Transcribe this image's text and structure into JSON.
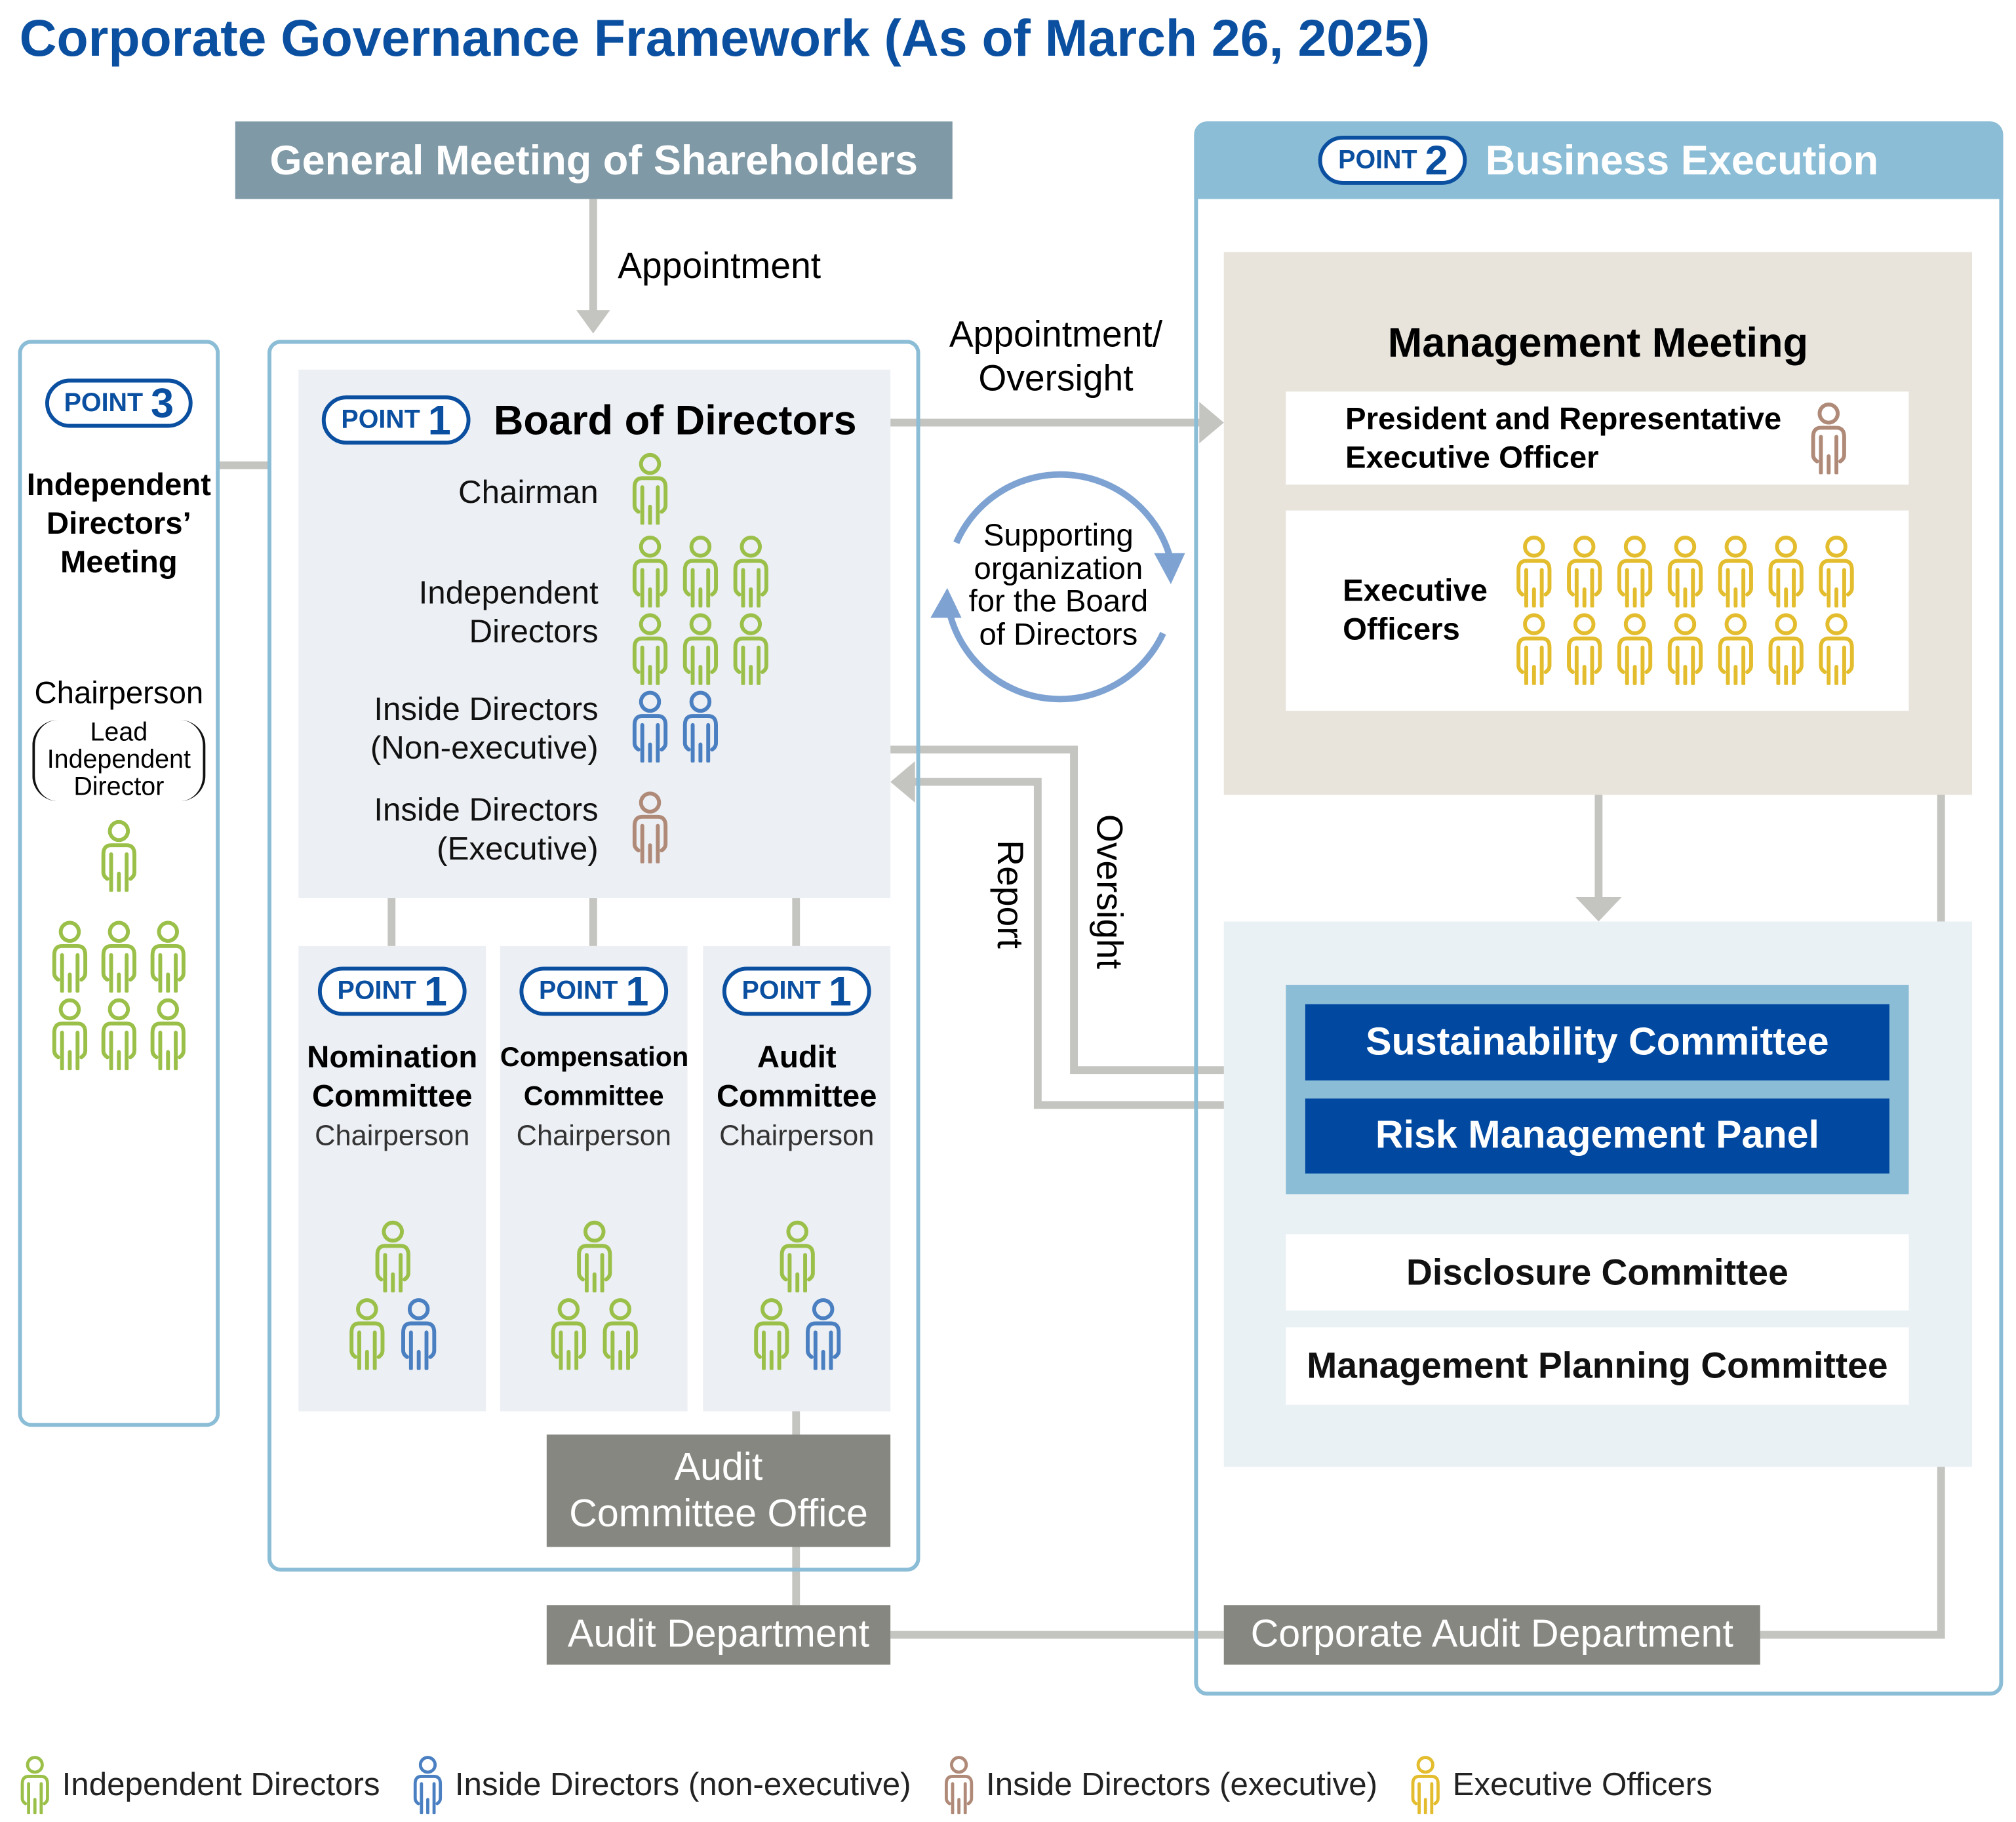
{
  "title": "Corporate Governance Framework (As of March 26, 2025)",
  "colors": {
    "independent": "#9bc04a",
    "inside_nonexec": "#4a7fc1",
    "inside_exec": "#b08a78",
    "executive_officer": "#e3bd2e",
    "navy": "#0048a0",
    "line": "#c4c4c0"
  },
  "point_label": "POINT",
  "general_meeting": "General Meeting of Shareholders",
  "appointment": "Appointment",
  "appointment_oversight": [
    "Appointment/",
    "Oversight"
  ],
  "supporting": [
    "Supporting",
    "organization",
    "for the Board",
    "of Directors"
  ],
  "report": "Report",
  "oversight": "Oversight",
  "point3": {
    "num": "3",
    "title": [
      "Independent",
      "Directors’",
      "Meeting"
    ],
    "chair": "Chairperson",
    "chair_note": [
      "Lead",
      "Independent",
      "Director"
    ],
    "chair_icons": 1,
    "member_icons": 6
  },
  "board": {
    "num": "1",
    "title": "Board of Directors",
    "rows": [
      {
        "label": [
          "Chairman"
        ],
        "type": "independent",
        "count": 1
      },
      {
        "label": [
          "Independent",
          "Directors"
        ],
        "type": "independent",
        "count": 6
      },
      {
        "label": [
          "Inside Directors",
          "(Non-executive)"
        ],
        "type": "inside_nonexec",
        "count": 2
      },
      {
        "label": [
          "Inside Directors",
          "(Executive)"
        ],
        "type": "inside_exec",
        "count": 1
      }
    ]
  },
  "committees": [
    {
      "num": "1",
      "name": [
        "Nomination",
        "Committee"
      ],
      "chair": "Chairperson",
      "members": [
        "independent",
        "inside_nonexec"
      ]
    },
    {
      "num": "1",
      "name": [
        "Compensation",
        "Committee"
      ],
      "chair": "Chairperson",
      "members": [
        "independent",
        "independent"
      ]
    },
    {
      "num": "1",
      "name": [
        "Audit",
        "Committee"
      ],
      "chair": "Chairperson",
      "members": [
        "independent",
        "inside_nonexec"
      ]
    }
  ],
  "audit_committee_office": [
    "Audit",
    "Committee Office"
  ],
  "audit_department": "Audit Department",
  "business": {
    "num": "2",
    "title": "Business Execution",
    "management_meeting": "Management Meeting",
    "president": [
      "President and Representative",
      "Executive Officer"
    ],
    "executive_officers": [
      "Executive",
      "Officers"
    ],
    "exec_count": 14,
    "committees": [
      "Sustainability Committee",
      "Risk Management Panel",
      "Disclosure Committee",
      "Management Planning Committee"
    ],
    "corporate_audit": "Corporate Audit Department"
  },
  "legend": [
    {
      "type": "independent",
      "label": "Independent Directors"
    },
    {
      "type": "inside_nonexec",
      "label": "Inside Directors (non-executive)"
    },
    {
      "type": "inside_exec",
      "label": "Inside Directors (executive)"
    },
    {
      "type": "executive_officer",
      "label": "Executive Officers"
    }
  ]
}
